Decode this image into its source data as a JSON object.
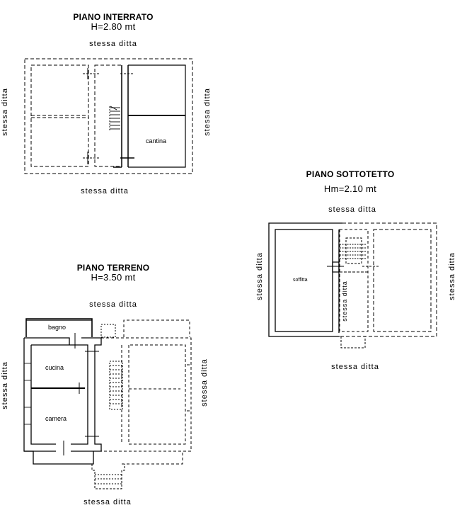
{
  "plans": {
    "interrato": {
      "title": "PIANO INTERRATO",
      "height": "H=2.80 mt",
      "neighbor_top": "stessa ditta",
      "neighbor_bottom": "stessa ditta",
      "neighbor_left": "stessa ditta",
      "neighbor_right": "stessa ditta",
      "rooms": [
        "cantina"
      ]
    },
    "sottotetto": {
      "title": "PIANO SOTTOTETTO",
      "height": "Hm=2.10 mt",
      "neighbor_top": "stessa ditta",
      "neighbor_bottom": "stessa ditta",
      "neighbor_left": "stessa ditta",
      "neighbor_right": "stessa ditta",
      "neighbor_inner": "stessa ditta",
      "rooms": [
        "soffitta"
      ]
    },
    "terreno": {
      "title": "PIANO TERRENO",
      "height": "H=3.50 mt",
      "neighbor_top": "stessa ditta",
      "neighbor_bottom": "stessa ditta",
      "neighbor_left": "stessa ditta",
      "neighbor_right": "stessa ditta",
      "rooms": [
        "bagno",
        "cucina",
        "camera"
      ]
    }
  }
}
